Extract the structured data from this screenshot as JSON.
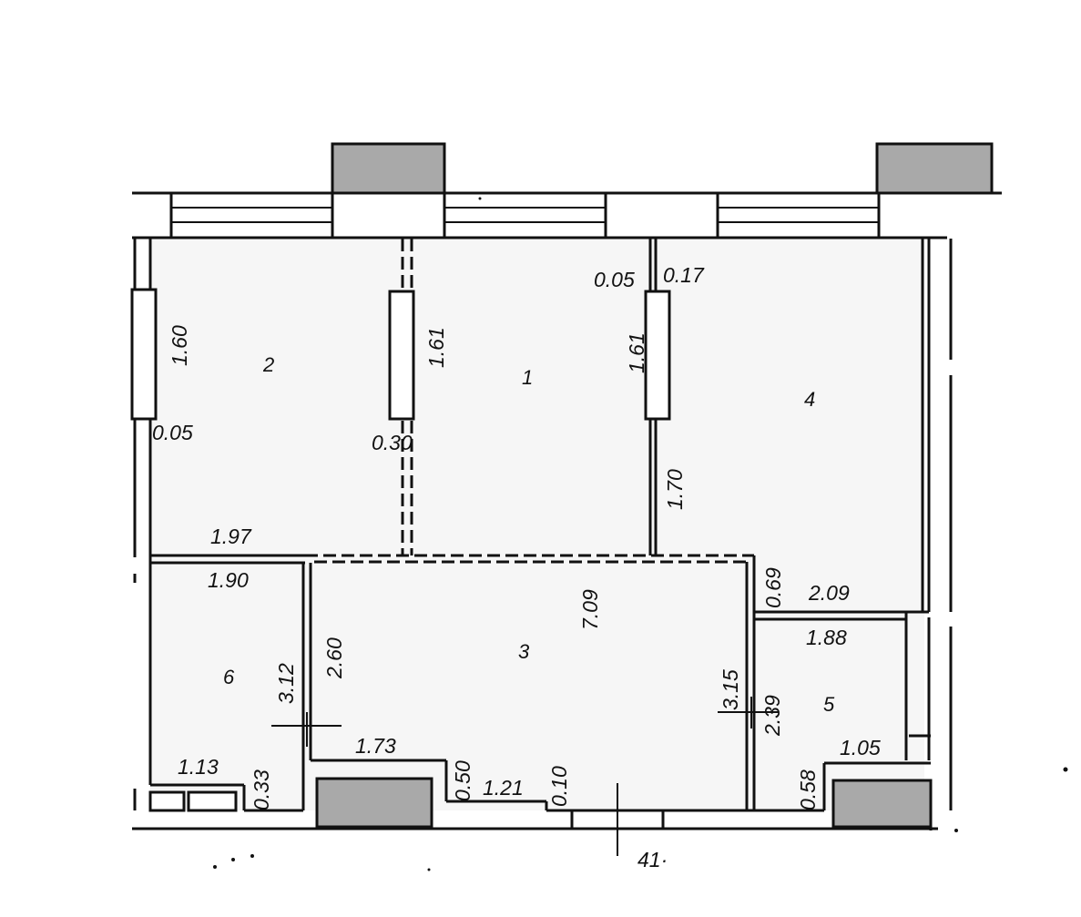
{
  "colors": {
    "background": "#ffffff",
    "line": "#111111",
    "fill_dark": "#a9a9a9",
    "fill_floor": "#f6f6f6"
  },
  "rooms": [
    "1",
    "2",
    "3",
    "4",
    "5",
    "6"
  ],
  "dimensions": {
    "d_160": "1.60",
    "d_005_a": "0.05",
    "d_161_a": "1.61",
    "d_030": "0.30",
    "d_005_b": "0.05",
    "d_017": "0.17",
    "d_161_b": "1.61",
    "d_170": "1.70",
    "d_197": "1.97",
    "d_190": "1.90",
    "d_709": "7.09",
    "d_069": "0.69",
    "d_209": "2.09",
    "d_188": "1.88",
    "d_260": "2.60",
    "d_312": "3.12",
    "d_315": "3.15",
    "d_239": "2.39",
    "d_173": "1.73",
    "d_050": "0.50",
    "d_121": "1.21",
    "d_010": "0.10",
    "d_113": "1.13",
    "d_033": "0.33",
    "d_105": "1.05",
    "d_058": "0.58"
  },
  "axis_mark": "41·"
}
